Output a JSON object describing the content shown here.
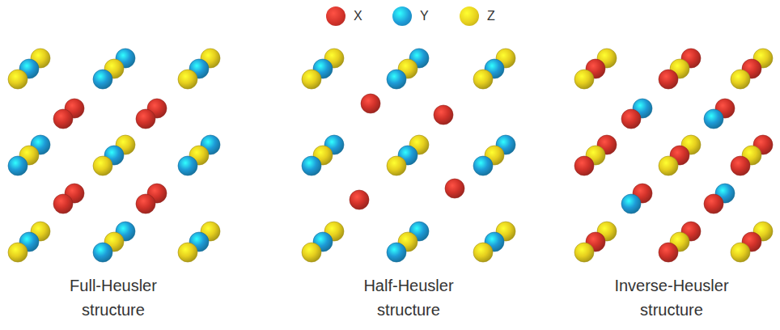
{
  "diagram": {
    "labels": [
      "Full-Heusler structure",
      "Half-Heusler structure",
      "Inverse-Heusler structure"
    ],
    "legend": [
      {
        "text": "X",
        "color": "#d2322a"
      },
      {
        "text": "Y",
        "color": "#1e9bd7"
      },
      {
        "text": "Z",
        "color": "#e6cf1e"
      }
    ]
  }
}
